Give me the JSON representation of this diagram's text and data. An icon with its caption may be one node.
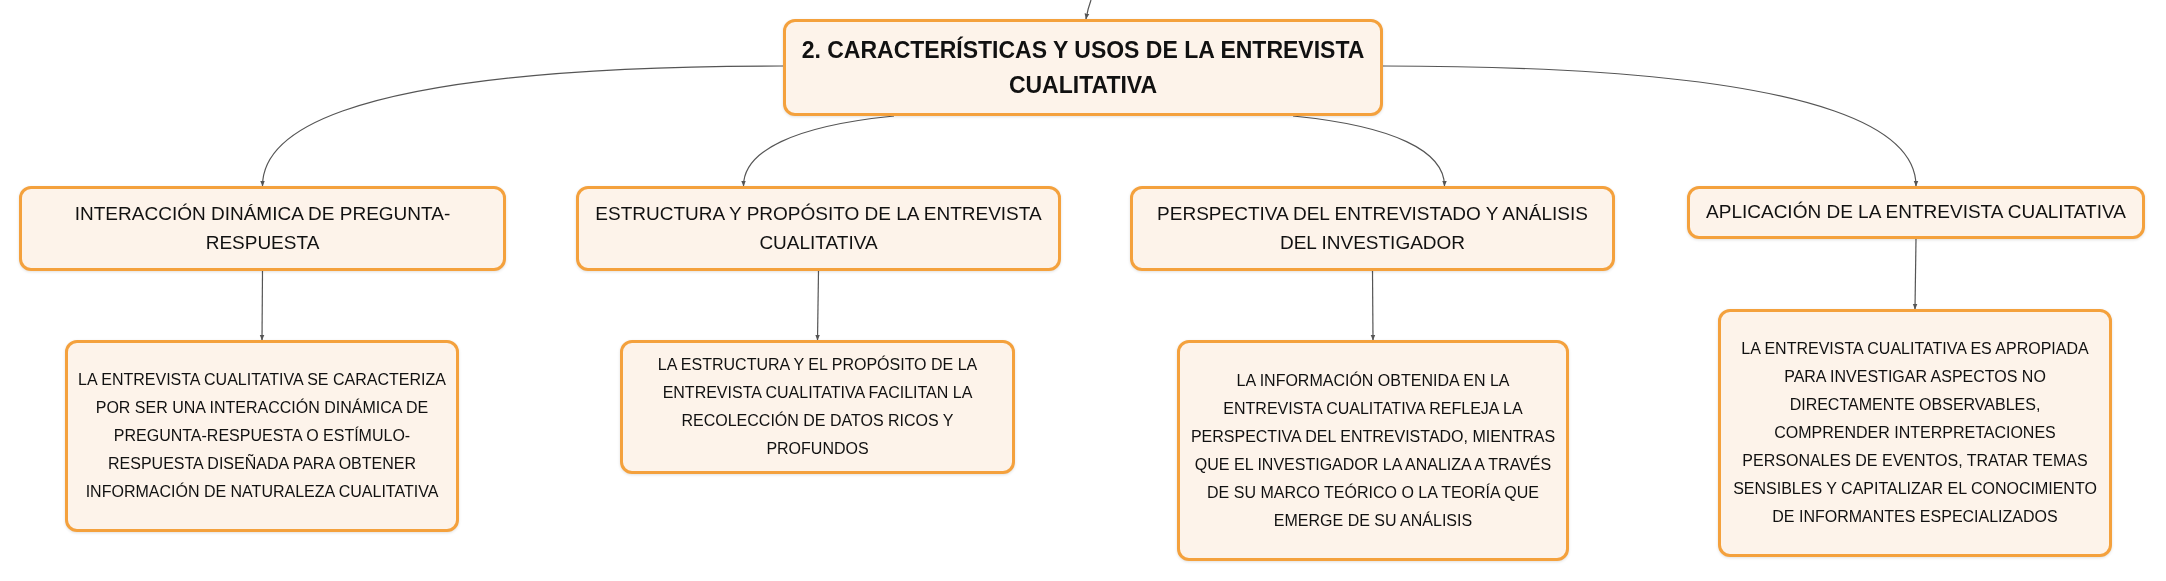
{
  "diagram": {
    "nodes": [
      {
        "text": [
          "2. CARACTERÍSTICAS Y USOS DE LA ENTREVISTA CUALITATIVA"
        ]
      },
      {
        "text": [
          "INTERACCIÓN DINÁMICA DE PREGUNTA-RESPUESTA"
        ]
      },
      {
        "text": [
          "ESTRUCTURA Y PROPÓSITO DE LA ENTREVISTA CUALITATIVA"
        ]
      },
      {
        "text": [
          "PERSPECTIVA DEL ENTREVISTADO Y ANÁLISIS DEL INVESTIGADOR"
        ]
      },
      {
        "text": [
          "APLICACIÓN DE LA ENTREVISTA CUALITATIVA"
        ]
      },
      {
        "text": [
          "LA ENTREVISTA CUALITATIVA SE CARACTERIZA POR SER UNA INTERACCIÓN DINÁMICA DE PREGUNTA-RESPUESTA O ESTÍMULO-RESPUESTA DISEÑADA PARA OBTENER INFORMACIÓN DE NATURALEZA CUALITATIVA"
        ]
      },
      {
        "text": [
          "LA ESTRUCTURA Y EL PROPÓSITO DE LA ENTREVISTA CUALITATIVA FACILITAN LA RECOLECCIÓN DE DATOS RICOS Y PROFUNDOS"
        ]
      },
      {
        "text": [
          "LA INFORMACIÓN OBTENIDA EN LA ENTREVISTA CUALITATIVA REFLEJA LA PERSPECTIVA DEL ENTREVISTADO, MIENTRAS QUE EL INVESTIGADOR LA ANALIZA A TRAVÉS DE SU MARCO TEÓRICO O LA TEORÍA QUE EMERGE DE SU ANÁLISIS"
        ]
      },
      {
        "text": [
          "LA ENTREVISTA CUALITATIVA ES APROPIADA PARA INVESTIGAR ASPECTOS NO DIRECTAMENTE OBSERVABLES, COMPRENDER INTERPRETACIONES PERSONALES DE EVENTOS, TRATAR TEMAS SENSIBLES Y CAPITALIZAR EL CONOCIMIENTO DE INFORMANTES ESPECIALIZADOS"
        ]
      }
    ],
    "edges": [
      {
        "from": null,
        "to": 0,
        "arrow": "to"
      },
      {
        "from": 0,
        "to": 1,
        "arrow": "to"
      },
      {
        "from": 0,
        "to": 2,
        "arrow": "to"
      },
      {
        "from": 0,
        "to": 3,
        "arrow": "to"
      },
      {
        "from": 0,
        "to": 4,
        "arrow": "to"
      },
      {
        "from": 1,
        "to": 5,
        "arrow": "to"
      },
      {
        "from": 2,
        "to": 6,
        "arrow": "to"
      },
      {
        "from": 3,
        "to": 7,
        "arrow": "to"
      },
      {
        "from": 4,
        "to": 8,
        "arrow": "to"
      }
    ]
  }
}
